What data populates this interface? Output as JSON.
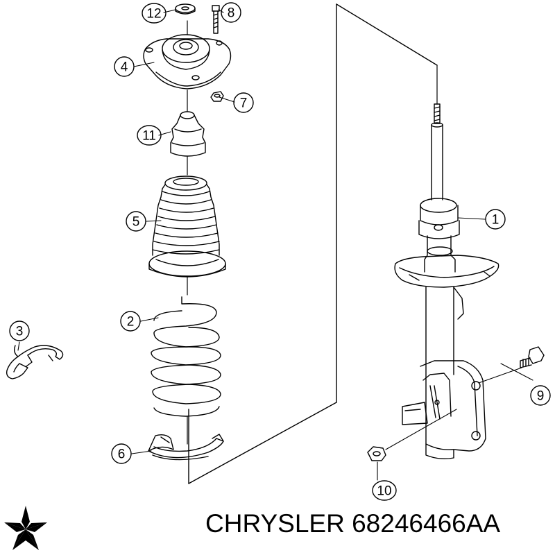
{
  "callouts": {
    "c1": "1",
    "c2": "2",
    "c3": "3",
    "c4": "4",
    "c5": "5",
    "c6": "6",
    "c7": "7",
    "c8": "8",
    "c9": "9",
    "c10": "10",
    "c11": "11",
    "c12": "12"
  },
  "brand": "CHRYSLER",
  "part_number": "68246466AA",
  "logo_icon": "chrysler-pentastar-icon",
  "colors": {
    "line": "#000000",
    "background": "#ffffff"
  }
}
